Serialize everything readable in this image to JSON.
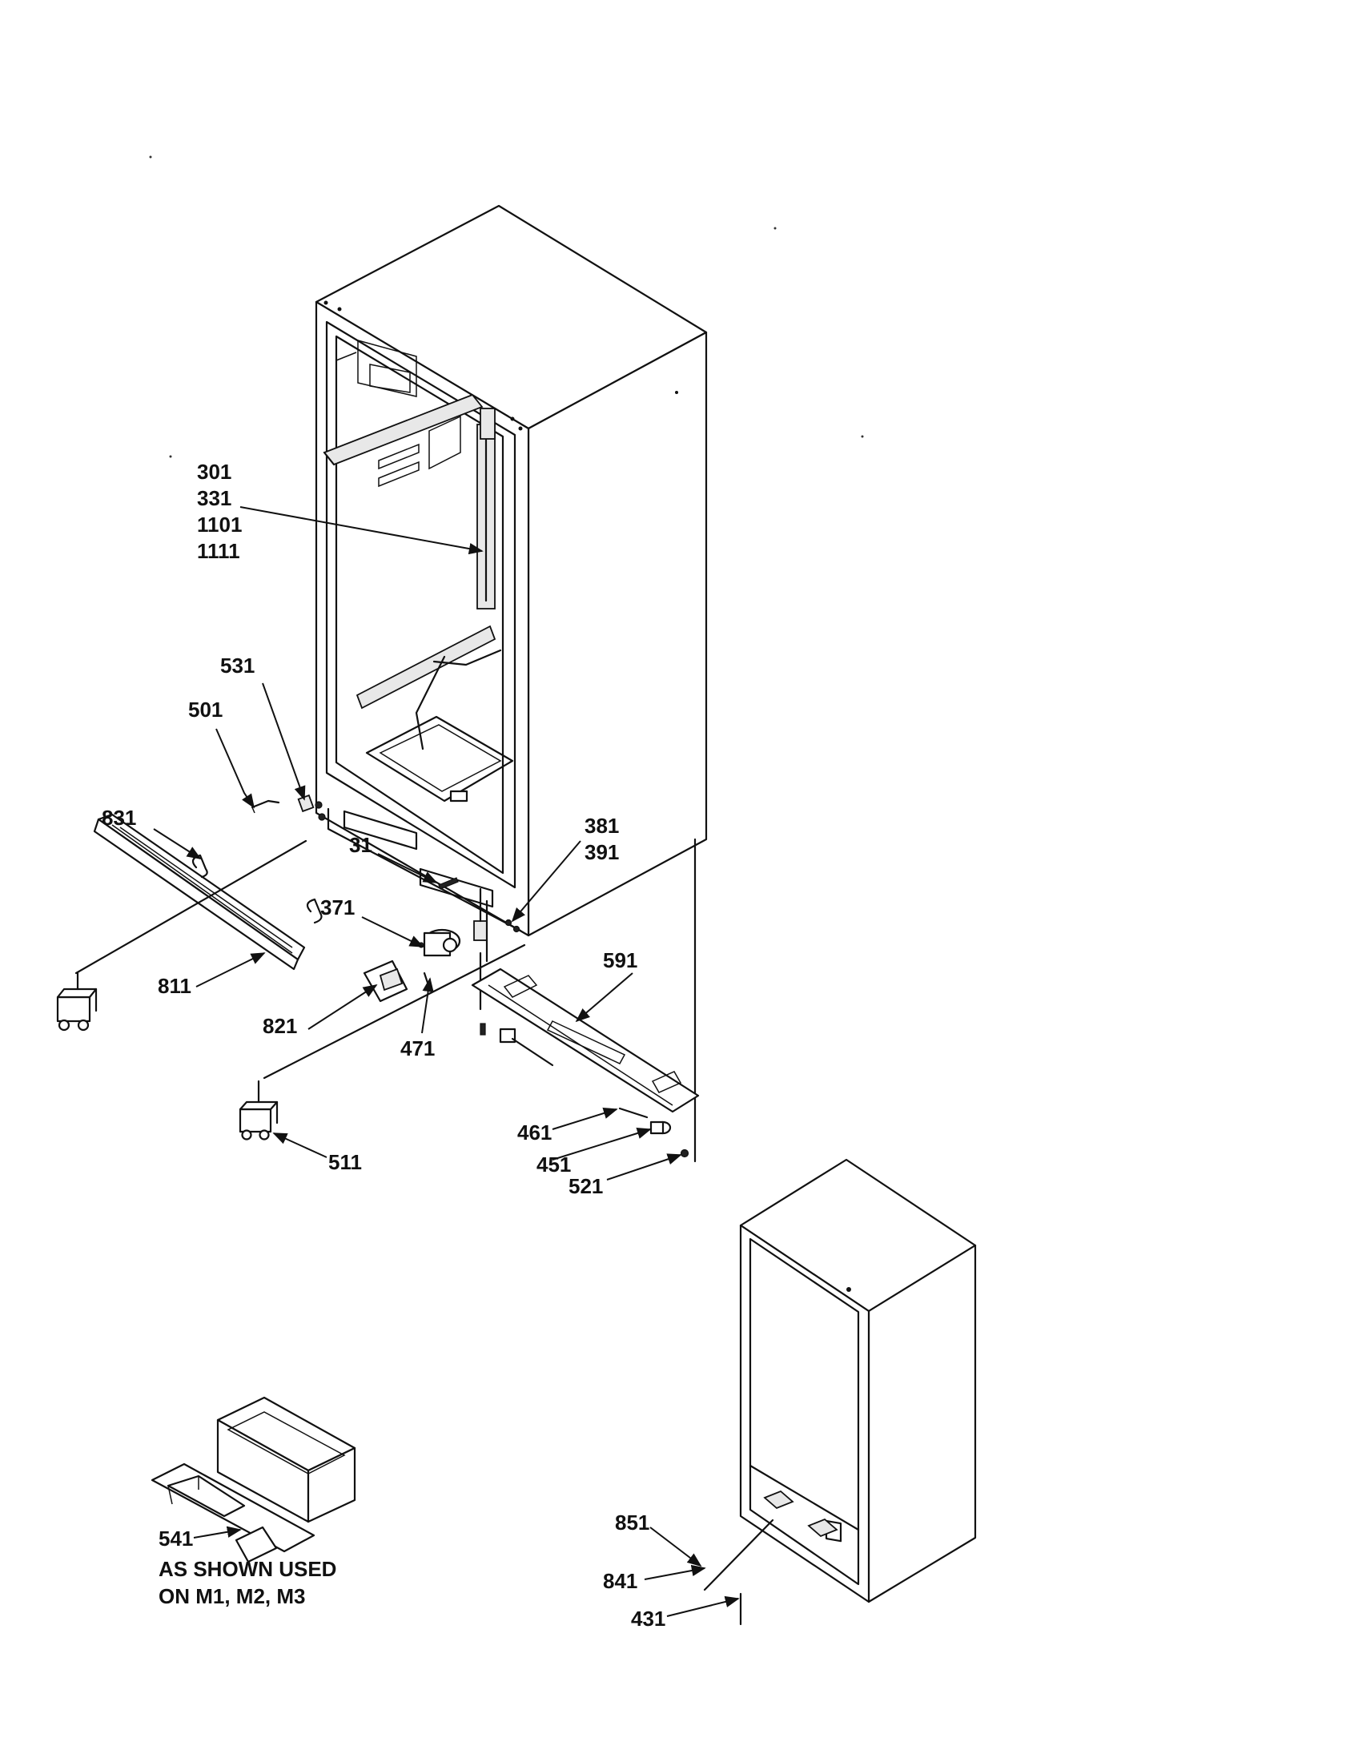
{
  "labels": {
    "p301": "301",
    "p331": "331",
    "p1101": "1101",
    "p1111": "1111",
    "p531": "531",
    "p501": "501",
    "p831": "831",
    "p381": "381",
    "p391": "391",
    "p31": "31",
    "p371": "371",
    "p591": "591",
    "p811": "811",
    "p821": "821",
    "p471": "471",
    "p461": "461",
    "p451": "451",
    "p511": "511",
    "p521": "521",
    "p851": "851",
    "p841": "841",
    "p431": "431",
    "p541": "541"
  },
  "note": {
    "line1": "AS SHOWN USED",
    "line2": "ON M1, M2, M3"
  }
}
